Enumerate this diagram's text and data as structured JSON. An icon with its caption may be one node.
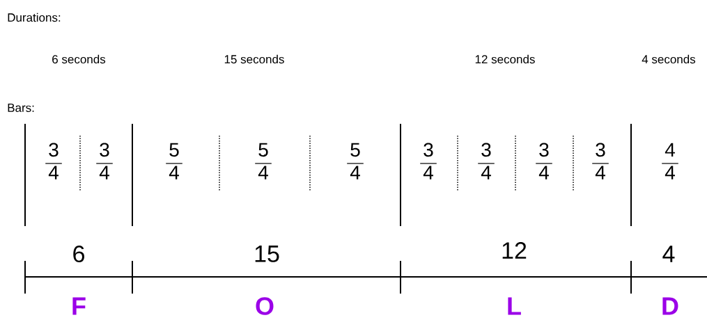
{
  "diagram": {
    "labels": [
      "Durations:",
      "6  seconds",
      "15  seconds",
      "12  seconds",
      "4 seconds",
      "Bars:",
      "3",
      "4",
      "3",
      "4",
      "5",
      "4",
      "5",
      "4",
      "5",
      "4",
      "3",
      "4",
      "3",
      "4",
      "3",
      "4",
      "3",
      "4",
      "4",
      "4",
      "6",
      "15",
      "12",
      "4",
      "F",
      "O",
      "L",
      "D"
    ]
  }
}
